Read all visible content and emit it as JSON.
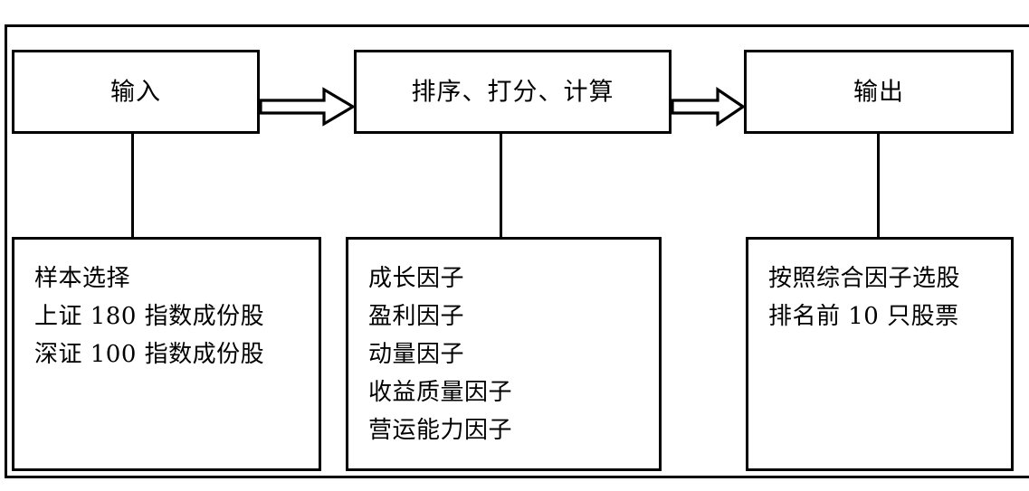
{
  "diagram": {
    "title_flow": [
      "输入",
      "排序、打分、计算",
      "输出"
    ],
    "top_boxes": [
      {
        "id": "input",
        "label": "输入"
      },
      {
        "id": "process",
        "label": "排序、打分、计算"
      },
      {
        "id": "output",
        "label": "输出"
      }
    ],
    "bottom_boxes": [
      {
        "id": "sample",
        "lines": [
          "样本选择",
          "上证 180 指数成份股",
          "深证 100 指数成份股"
        ]
      },
      {
        "id": "factors",
        "lines": [
          "成长因子",
          "盈利因子",
          "动量因子",
          "收益质量因子",
          "营运能力因子"
        ]
      },
      {
        "id": "result",
        "lines": [
          "按照综合因子选股",
          "排名前 10 只股票"
        ]
      }
    ],
    "arrows": [
      {
        "id": "arrow-input-to-process",
        "direction": "right"
      },
      {
        "id": "arrow-process-to-output",
        "direction": "right"
      }
    ],
    "colors": {
      "stroke": "#000000",
      "background": "#ffffff"
    }
  }
}
